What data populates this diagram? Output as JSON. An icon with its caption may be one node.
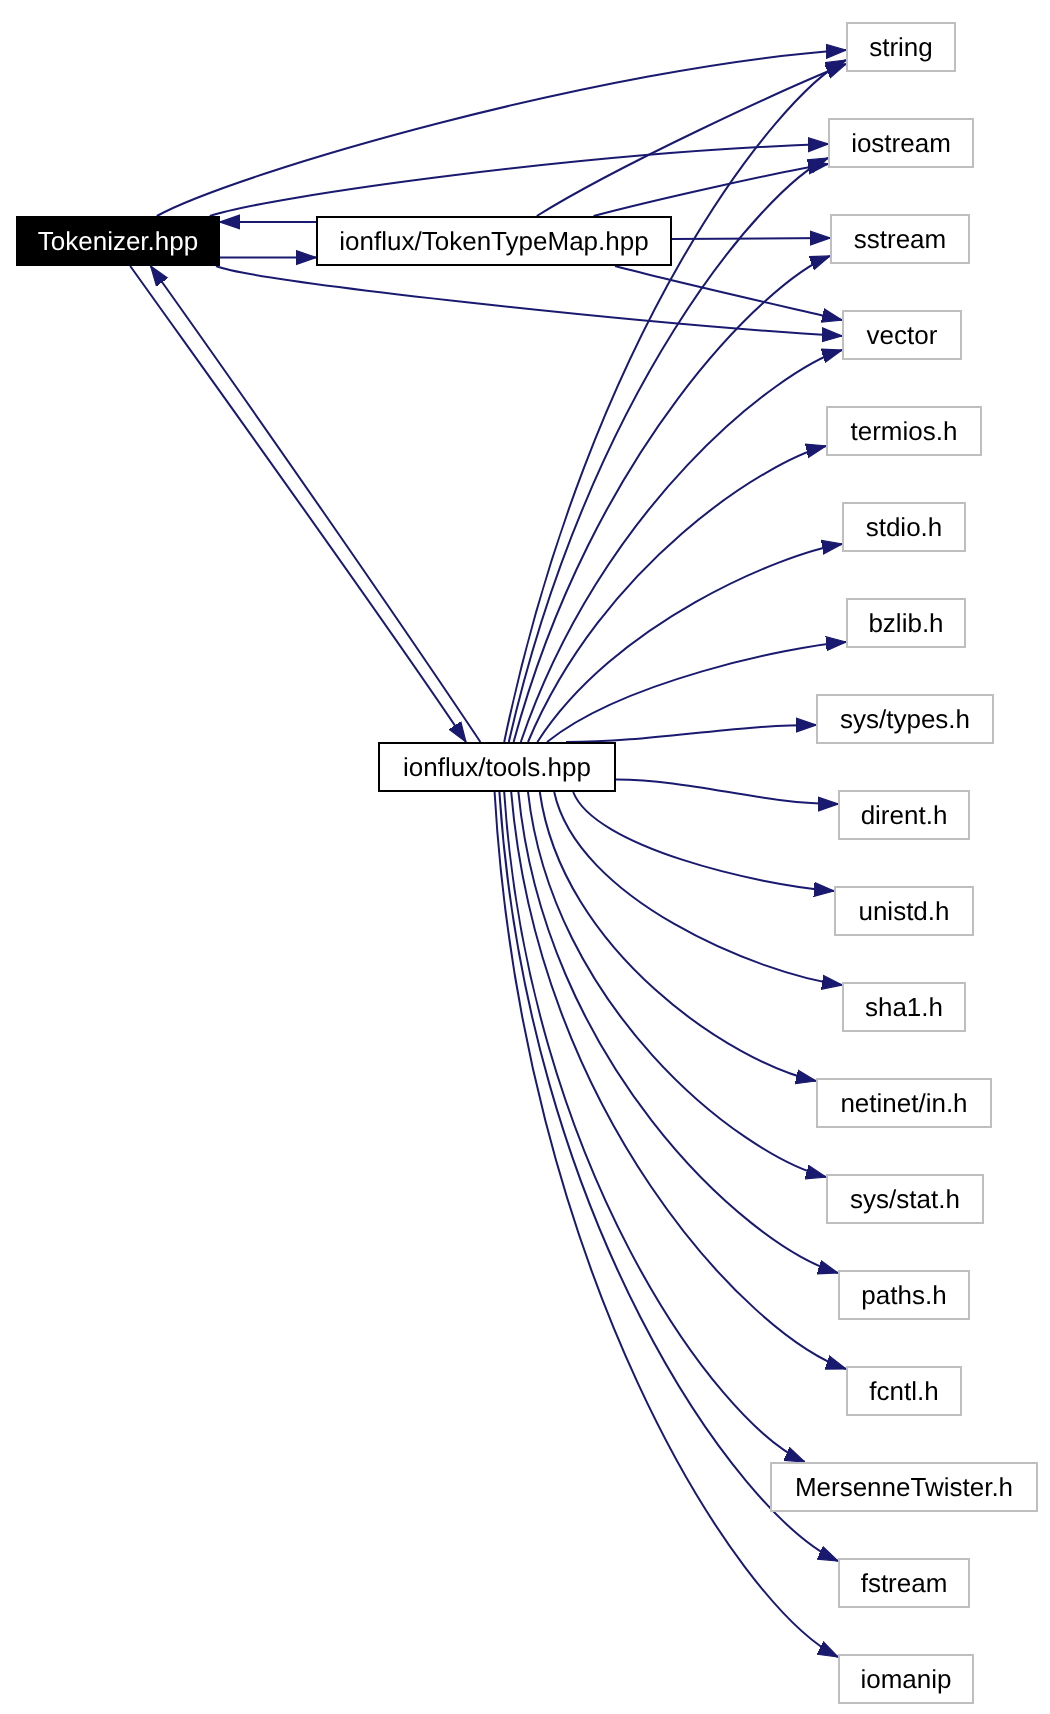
{
  "diagram": {
    "nodes": [
      {
        "text": [
          "Tokenizer.hpp"
        ]
      },
      {
        "text": [
          "ionflux/TokenTypeMap.hpp"
        ]
      },
      {
        "text": [
          "ionflux/tools.hpp"
        ]
      },
      {
        "text": [
          "string"
        ]
      },
      {
        "text": [
          "iostream"
        ]
      },
      {
        "text": [
          "sstream"
        ]
      },
      {
        "text": [
          "vector"
        ]
      },
      {
        "text": [
          "termios.h"
        ]
      },
      {
        "text": [
          "stdio.h"
        ]
      },
      {
        "text": [
          "bzlib.h"
        ]
      },
      {
        "text": [
          "sys/types.h"
        ]
      },
      {
        "text": [
          "dirent.h"
        ]
      },
      {
        "text": [
          "unistd.h"
        ]
      },
      {
        "text": [
          "sha1.h"
        ]
      },
      {
        "text": [
          "netinet/in.h"
        ]
      },
      {
        "text": [
          "sys/stat.h"
        ]
      },
      {
        "text": [
          "paths.h"
        ]
      },
      {
        "text": [
          "fcntl.h"
        ]
      },
      {
        "text": [
          "MersenneTwister.h"
        ]
      },
      {
        "text": [
          "fstream"
        ]
      },
      {
        "text": [
          "iomanip"
        ]
      }
    ],
    "edges": [
      {
        "from": 0,
        "to": 3,
        "arrow": "to"
      },
      {
        "from": 0,
        "to": 4,
        "arrow": "to"
      },
      {
        "from": 0,
        "to": 1,
        "arrow": "to"
      },
      {
        "from": 1,
        "to": 0,
        "arrow": "to"
      },
      {
        "from": 0,
        "to": 6,
        "arrow": "to"
      },
      {
        "from": 0,
        "to": 2,
        "arrow": "to"
      },
      {
        "from": 2,
        "to": 0,
        "arrow": "to"
      },
      {
        "from": 1,
        "to": 3,
        "arrow": "to"
      },
      {
        "from": 1,
        "to": 4,
        "arrow": "to"
      },
      {
        "from": 1,
        "to": 5,
        "arrow": "to"
      },
      {
        "from": 1,
        "to": 6,
        "arrow": "to"
      },
      {
        "from": 2,
        "to": 3,
        "arrow": "to"
      },
      {
        "from": 2,
        "to": 4,
        "arrow": "to"
      },
      {
        "from": 2,
        "to": 5,
        "arrow": "to"
      },
      {
        "from": 2,
        "to": 6,
        "arrow": "to"
      },
      {
        "from": 2,
        "to": 7,
        "arrow": "to"
      },
      {
        "from": 2,
        "to": 8,
        "arrow": "to"
      },
      {
        "from": 2,
        "to": 9,
        "arrow": "to"
      },
      {
        "from": 2,
        "to": 10,
        "arrow": "to"
      },
      {
        "from": 2,
        "to": 11,
        "arrow": "to"
      },
      {
        "from": 2,
        "to": 12,
        "arrow": "to"
      },
      {
        "from": 2,
        "to": 13,
        "arrow": "to"
      },
      {
        "from": 2,
        "to": 14,
        "arrow": "to"
      },
      {
        "from": 2,
        "to": 15,
        "arrow": "to"
      },
      {
        "from": 2,
        "to": 16,
        "arrow": "to"
      },
      {
        "from": 2,
        "to": 17,
        "arrow": "to"
      },
      {
        "from": 2,
        "to": 18,
        "arrow": "to"
      },
      {
        "from": 2,
        "to": 19,
        "arrow": "to"
      },
      {
        "from": 2,
        "to": 20,
        "arrow": "to"
      }
    ]
  }
}
